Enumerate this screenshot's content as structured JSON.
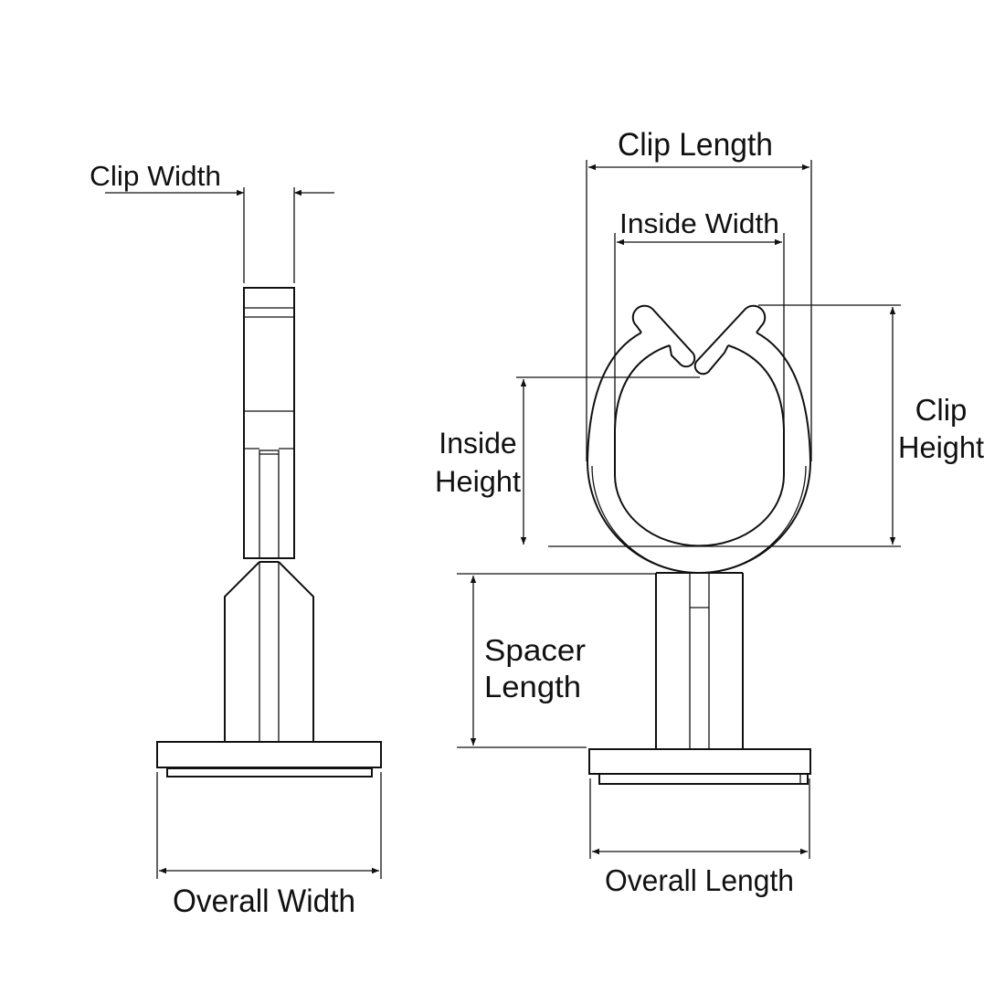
{
  "labels": {
    "clip_width": "Clip Width",
    "clip_length": "Clip Length",
    "inside_width": "Inside Width",
    "clip_height_1": "Clip",
    "clip_height_2": "Height",
    "inside_height_1": "Inside",
    "inside_height_2": "Height",
    "spacer_length_1": "Spacer",
    "spacer_length_2": "Length",
    "overall_width": "Overall Width",
    "overall_length": "Overall Length"
  },
  "colors": {
    "line": "#111111",
    "background": "#ffffff"
  }
}
